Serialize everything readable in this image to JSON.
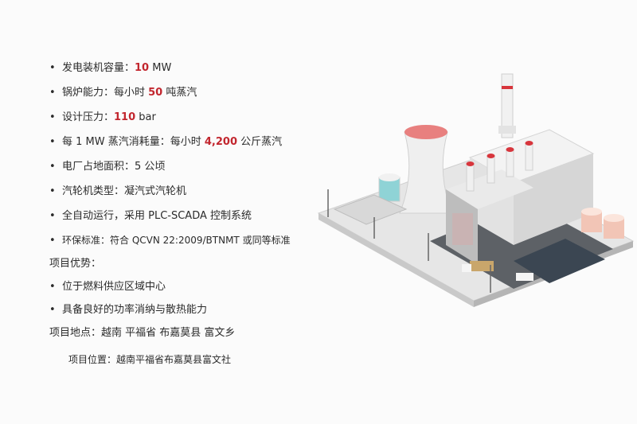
{
  "specs": [
    {
      "pre": "发电装机容量：",
      "hl": "10",
      "post": " MW"
    },
    {
      "pre": "锅炉能力：每小时 ",
      "hl": "50",
      "post": " 吨蒸汽"
    },
    {
      "pre": "设计压力：",
      "hl": "110",
      "post": " bar"
    },
    {
      "pre": "每 1 MW 蒸汽消耗量：每小时 ",
      "hl": "4,200",
      "post": " 公斤蒸汽"
    },
    {
      "pre": "电厂占地面积：5 公顷",
      "hl": "",
      "post": ""
    },
    {
      "pre": "汽轮机类型：凝汽式汽轮机",
      "hl": "",
      "post": ""
    },
    {
      "pre": "全自动运行，采用 PLC-SCADA 控制系统",
      "hl": "",
      "post": ""
    },
    {
      "pre": "环保标准：符合 QCVN 22:2009/BTNMT 或同等标准",
      "hl": "",
      "post": ""
    }
  ],
  "advantages_title": "项目优势：",
  "advantages": [
    "位于燃料供应区域中心",
    "具备良好的功率消纳与散热能力"
  ],
  "location_label": "项目地点：越南 平福省 布嘉莫县 富文乡",
  "position_label": "项目位置：越南平福省布嘉莫县富文社",
  "bullet": "•",
  "colors": {
    "highlight": "#c2262e",
    "text": "#2b2b2b",
    "accent_red": "#d7353c"
  }
}
